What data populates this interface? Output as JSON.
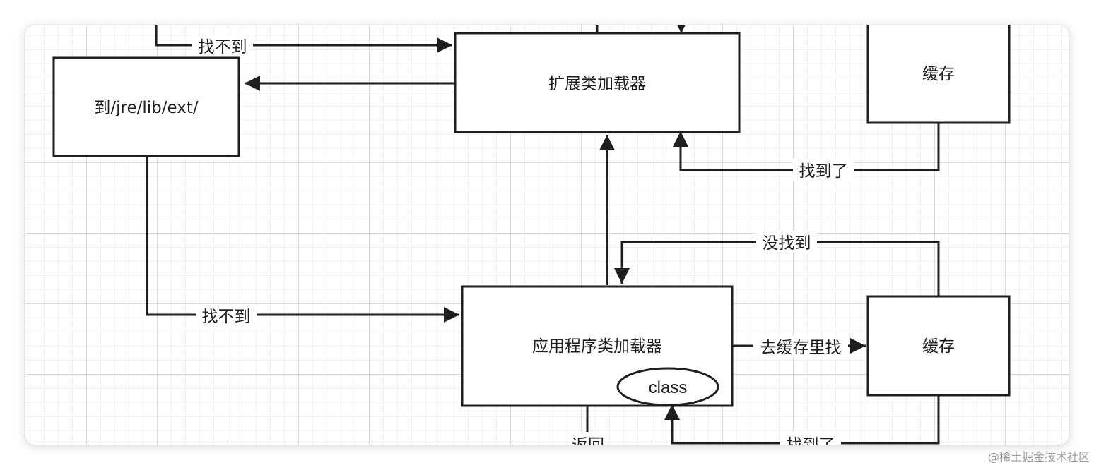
{
  "nodes": {
    "ext_path": "到/jre/lib/ext/",
    "ext_loader": "扩展类加载器",
    "cache_top": "缓存",
    "app_loader": "应用程序类加载器",
    "cache_bottom": "缓存",
    "class_node": "class"
  },
  "edges": {
    "not_found_top": "找不到",
    "found_top": "找到了",
    "not_found_mid": "没找到",
    "not_found_left": "找不到",
    "search_cache": "去缓存里找",
    "found_bottom": "找到了",
    "return_label": "返回"
  },
  "watermark": "@稀土掘金技术社区",
  "colors": {
    "stroke": "#1f1f1f",
    "grid_major": "#dadada",
    "grid_minor": "#efefef"
  }
}
